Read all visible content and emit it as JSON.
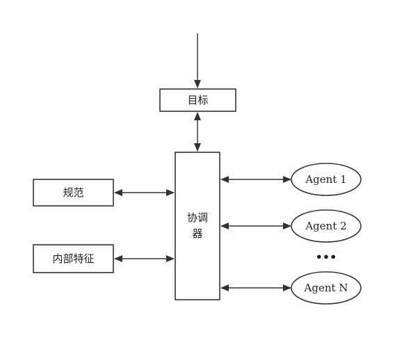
{
  "nodes": {
    "goal": "目标",
    "coordinator_line1": "协调",
    "coordinator_line2": "器",
    "norms": "规范",
    "internal_features": "内部特征",
    "agent_1": "Agent 1",
    "agent_2": "Agent 2",
    "agent_ellipsis": "•••",
    "agent_n": "Agent N"
  },
  "colors": {
    "stroke": "#333333",
    "text": "#222222",
    "background": "#ffffff"
  }
}
